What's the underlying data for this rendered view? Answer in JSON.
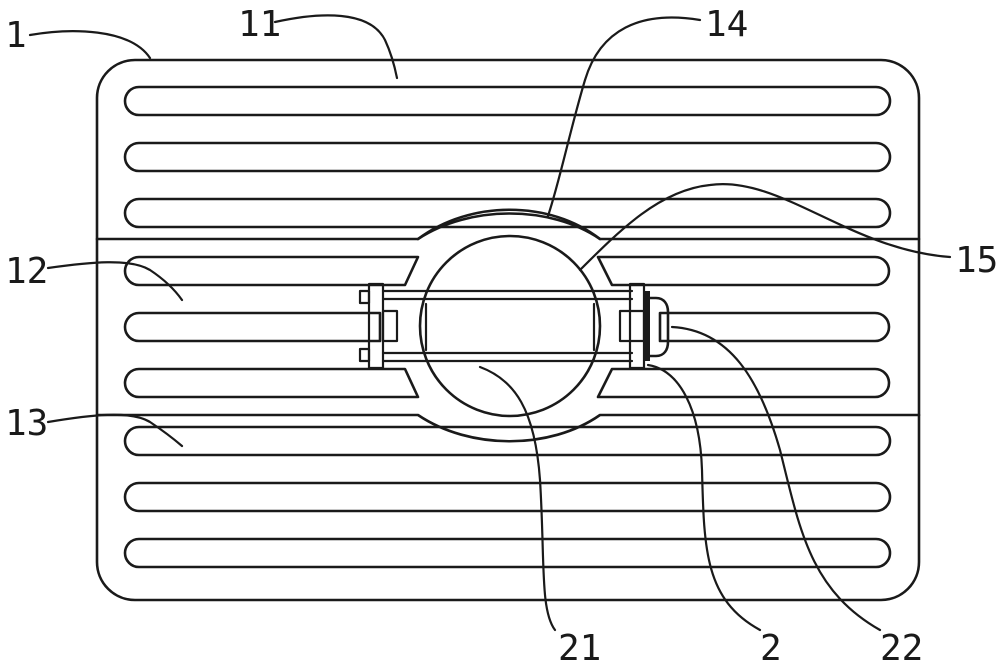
{
  "figure": {
    "labels": {
      "l1": "1",
      "l11": "11",
      "l14": "14",
      "l12": "12",
      "l15": "15",
      "l13": "13",
      "l21": "21",
      "l2": "2",
      "l22": "22"
    },
    "colors": {
      "stroke": "#1a1a1a",
      "background": "#ffffff"
    }
  }
}
